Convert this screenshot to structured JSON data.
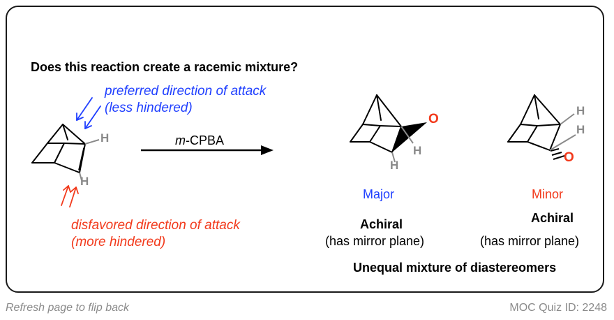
{
  "question": "Does this reaction create a racemic mixture?",
  "preferred": {
    "line1": "preferred direction of attack",
    "line2": "(less hindered)"
  },
  "disfavored": {
    "line1": "disfavored direction of attack",
    "line2": "(more hindered)"
  },
  "reagent": {
    "prefix": "m",
    "rest": "-CPBA"
  },
  "products": {
    "major": {
      "label": "Major",
      "chirality": "Achiral",
      "note": "(has mirror plane)"
    },
    "minor": {
      "label": "Minor",
      "chirality": "Achiral",
      "note": "(has mirror plane)"
    }
  },
  "conclusion": "Unequal mixture of diastereomers",
  "atoms": {
    "hydrogen": "H",
    "oxygen": "O"
  },
  "footer": {
    "hint": "Refresh page to flip back",
    "quiz_id": "MOC Quiz ID: 2248"
  },
  "colors": {
    "blue": "#1f3fff",
    "red": "#f2391b",
    "gray": "#8a8a8a"
  }
}
